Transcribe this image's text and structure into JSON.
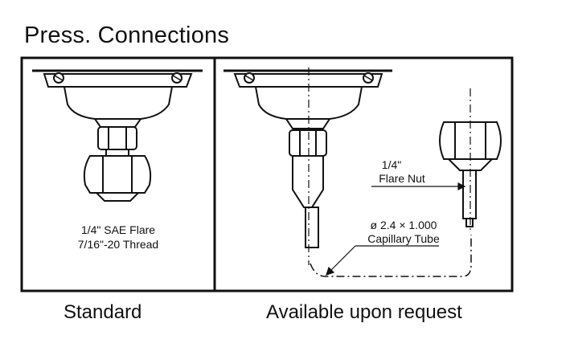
{
  "title": "Press. Connections",
  "panels": {
    "standard": {
      "caption": "Standard",
      "note_line1": "1/4\" SAE Flare",
      "note_line2": "7/16\"-20 Thread"
    },
    "optional": {
      "caption": "Available upon request",
      "flare_nut_line1": "1/4\"",
      "flare_nut_line2": "Flare Nut",
      "capillary_line1": "ø 2.4 × 1.000",
      "capillary_line2": "Capillary Tube"
    }
  }
}
